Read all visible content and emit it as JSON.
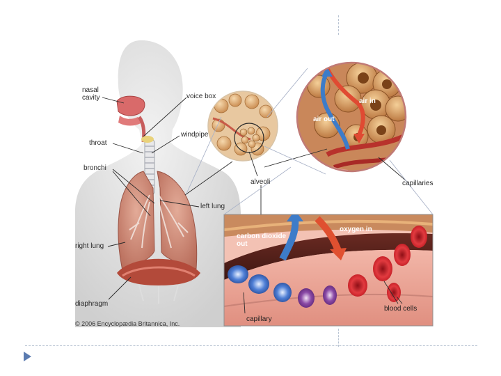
{
  "labels": {
    "nasal_cavity": "nasal\ncavity",
    "voice_box": "voice box",
    "windpipe": "windpipe",
    "throat": "throat",
    "bronchi": "bronchi",
    "alveoli": "alveoli",
    "left_lung": "left lung",
    "right_lung": "right lung",
    "diaphragm": "diaphragm",
    "air_in": "air in",
    "air_out": "air out",
    "capillaries": "capillaries",
    "carbon_dioxide_out": "carbon dioxide\nout",
    "oxygen_in": "oxygen in",
    "blood_cells": "blood cells",
    "capillary": "capillary"
  },
  "copyright": "© 2006 Encyclopædia Britannica, Inc.",
  "colors": {
    "body": "#d9d9d9",
    "lung": "#d69a86",
    "alveoli": "#e8b67a",
    "vessel": "#7a3a2c",
    "red_cell": "#c8202a",
    "blue_cell": "#3a62b8",
    "oxygen_arrow": "#e05030",
    "co2_arrow": "#3d7cc9",
    "accent": "#5b7bb0"
  },
  "icons": {
    "nav": "triangle-right-icon"
  }
}
